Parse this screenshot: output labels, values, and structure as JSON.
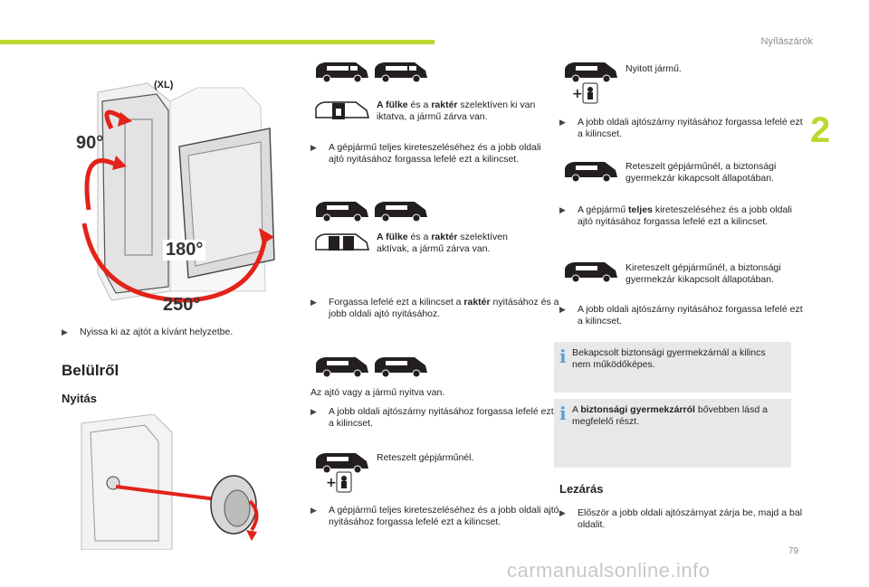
{
  "header": {
    "section": "Nyílászárók",
    "chapter": "2"
  },
  "footer": {
    "page": "79",
    "watermark": "carmanualsonline.info"
  },
  "left": {
    "door_label": "(XL)",
    "angles": [
      "90°",
      "180°",
      "250°"
    ],
    "open_door_bullet": "Nyissa ki az ajtót a kívánt helyzetbe.",
    "heading_inside": "Belülről",
    "heading_opening": "Nyitás"
  },
  "middle": {
    "block1_strong1": "A fülke",
    "block1_mid": " és a ",
    "block1_strong2": "raktér",
    "block1_rest": " szelektíven ki van iktatva, a jármű zárva van.",
    "bullet1": "A gépjármű teljes kireteszeléséhez és a jobb oldali ajtó nyitásához forgassa lefelé ezt a kilincset.",
    "block2_strong1": "A fülke",
    "block2_mid": " és a ",
    "block2_strong2": "raktér",
    "block2_rest": " szelektíven aktívak, a jármű zárva van.",
    "bullet2_pre": "Forgassa lefelé ezt a kilincset a ",
    "bullet2_strong": "raktér",
    "bullet2_post": " nyitásához és a jobb oldali ajtó nyitásához.",
    "open_text": "Az ajtó vagy a jármű nyitva van.",
    "bullet3": "A jobb oldali ajtószárny nyitásához forgassa lefelé ezt a kilincset.",
    "locked_text": "Reteszelt gépjárműnél.",
    "bullet4": "A gépjármű teljes kireteszeléséhez és a jobb oldali ajtó nyitásához forgassa lefelé ezt a kilincset."
  },
  "right": {
    "open_vehicle": "Nyitott jármű.",
    "bullet1": "A jobb oldali ajtószárny nyitásához forgassa lefelé ezt a kilincset.",
    "locked_child": "Reteszelt gépjárműnél, a biztonsági gyermekzár kikapcsolt állapotában.",
    "bullet2_pre": "A gépjármű ",
    "bullet2_strong": "teljes",
    "bullet2_post": " kireteszeléséhez és a jobb oldali ajtó nyitásához forgassa lefelé ezt a kilincset.",
    "unlocked_child": "Kireteszelt gépjárműnél, a biztonsági gyermekzár kikapcsolt állapotában.",
    "bullet3": "A jobb oldali ajtószárny nyitásához forgassa lefelé ezt a kilincset.",
    "info1": "Bekapcsolt biztonsági gyermekzárnál a kilincs nem működőképes.",
    "info2_pre": "A ",
    "info2_strong": "biztonsági gyermekzárról",
    "info2_post": " bővebben lásd a megfelelő részt.",
    "heading_closing": "Lezárás",
    "bullet4": "Először a jobb oldali ajtószárnyat zárja be, majd a bal oldalit."
  },
  "icons": {
    "bullet": "arrow-bullet-icon",
    "van": "van-icon",
    "lock": "lock-icon",
    "child": "child-lock-icon",
    "info": "info-icon"
  }
}
